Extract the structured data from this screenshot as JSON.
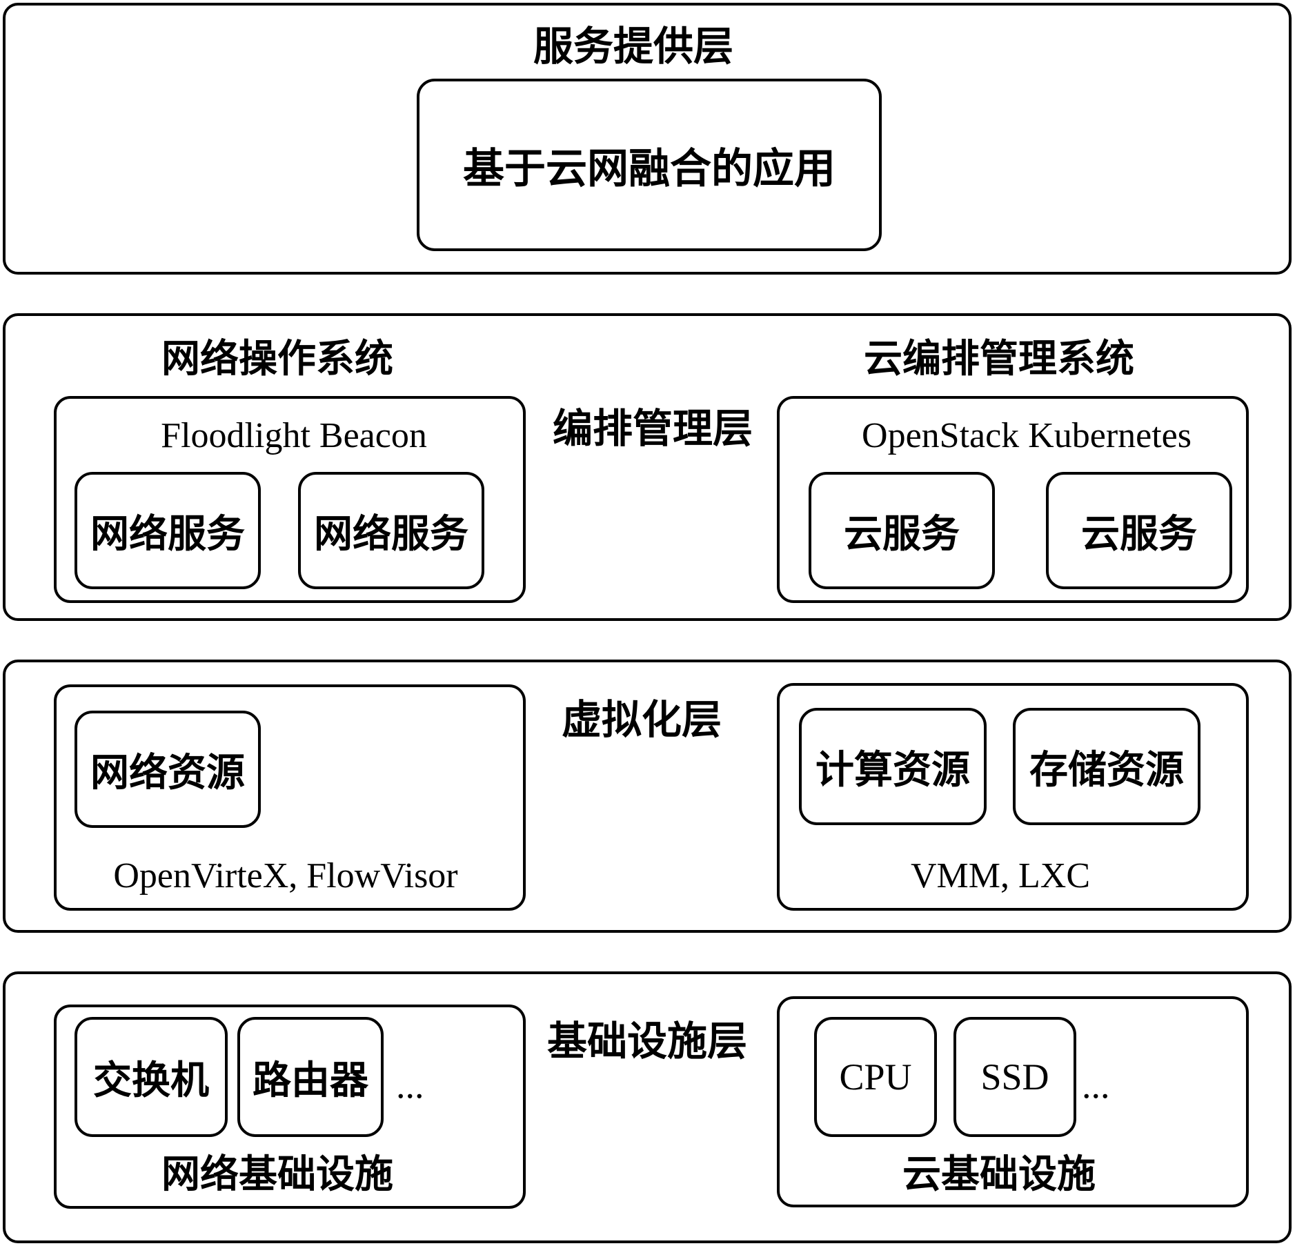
{
  "service_layer": {
    "title": "服务提供层",
    "app": "基于云网融合的应用"
  },
  "orchestration_layer": {
    "title": "编排管理层",
    "network_os": {
      "title": "网络操作系统",
      "examples": "Floodlight Beacon",
      "services": [
        "网络服务",
        "网络服务"
      ]
    },
    "cloud_orchestration": {
      "title": "云编排管理系统",
      "examples": "OpenStack Kubernetes",
      "services": [
        "云服务",
        "云服务"
      ]
    }
  },
  "virtualization_layer": {
    "title": "虚拟化层",
    "network": {
      "resources": [
        "网络资源"
      ],
      "tools": "OpenVirteX, FlowVisor"
    },
    "cloud": {
      "resources": [
        "计算资源",
        "存储资源"
      ],
      "tools": "VMM, LXC"
    }
  },
  "infrastructure_layer": {
    "title": "基础设施层",
    "network": {
      "title": "网络基础设施",
      "devices": [
        "交换机",
        "路由器"
      ],
      "more": "..."
    },
    "cloud": {
      "title": "云基础设施",
      "devices": [
        "CPU",
        "SSD"
      ],
      "more": "..."
    }
  }
}
